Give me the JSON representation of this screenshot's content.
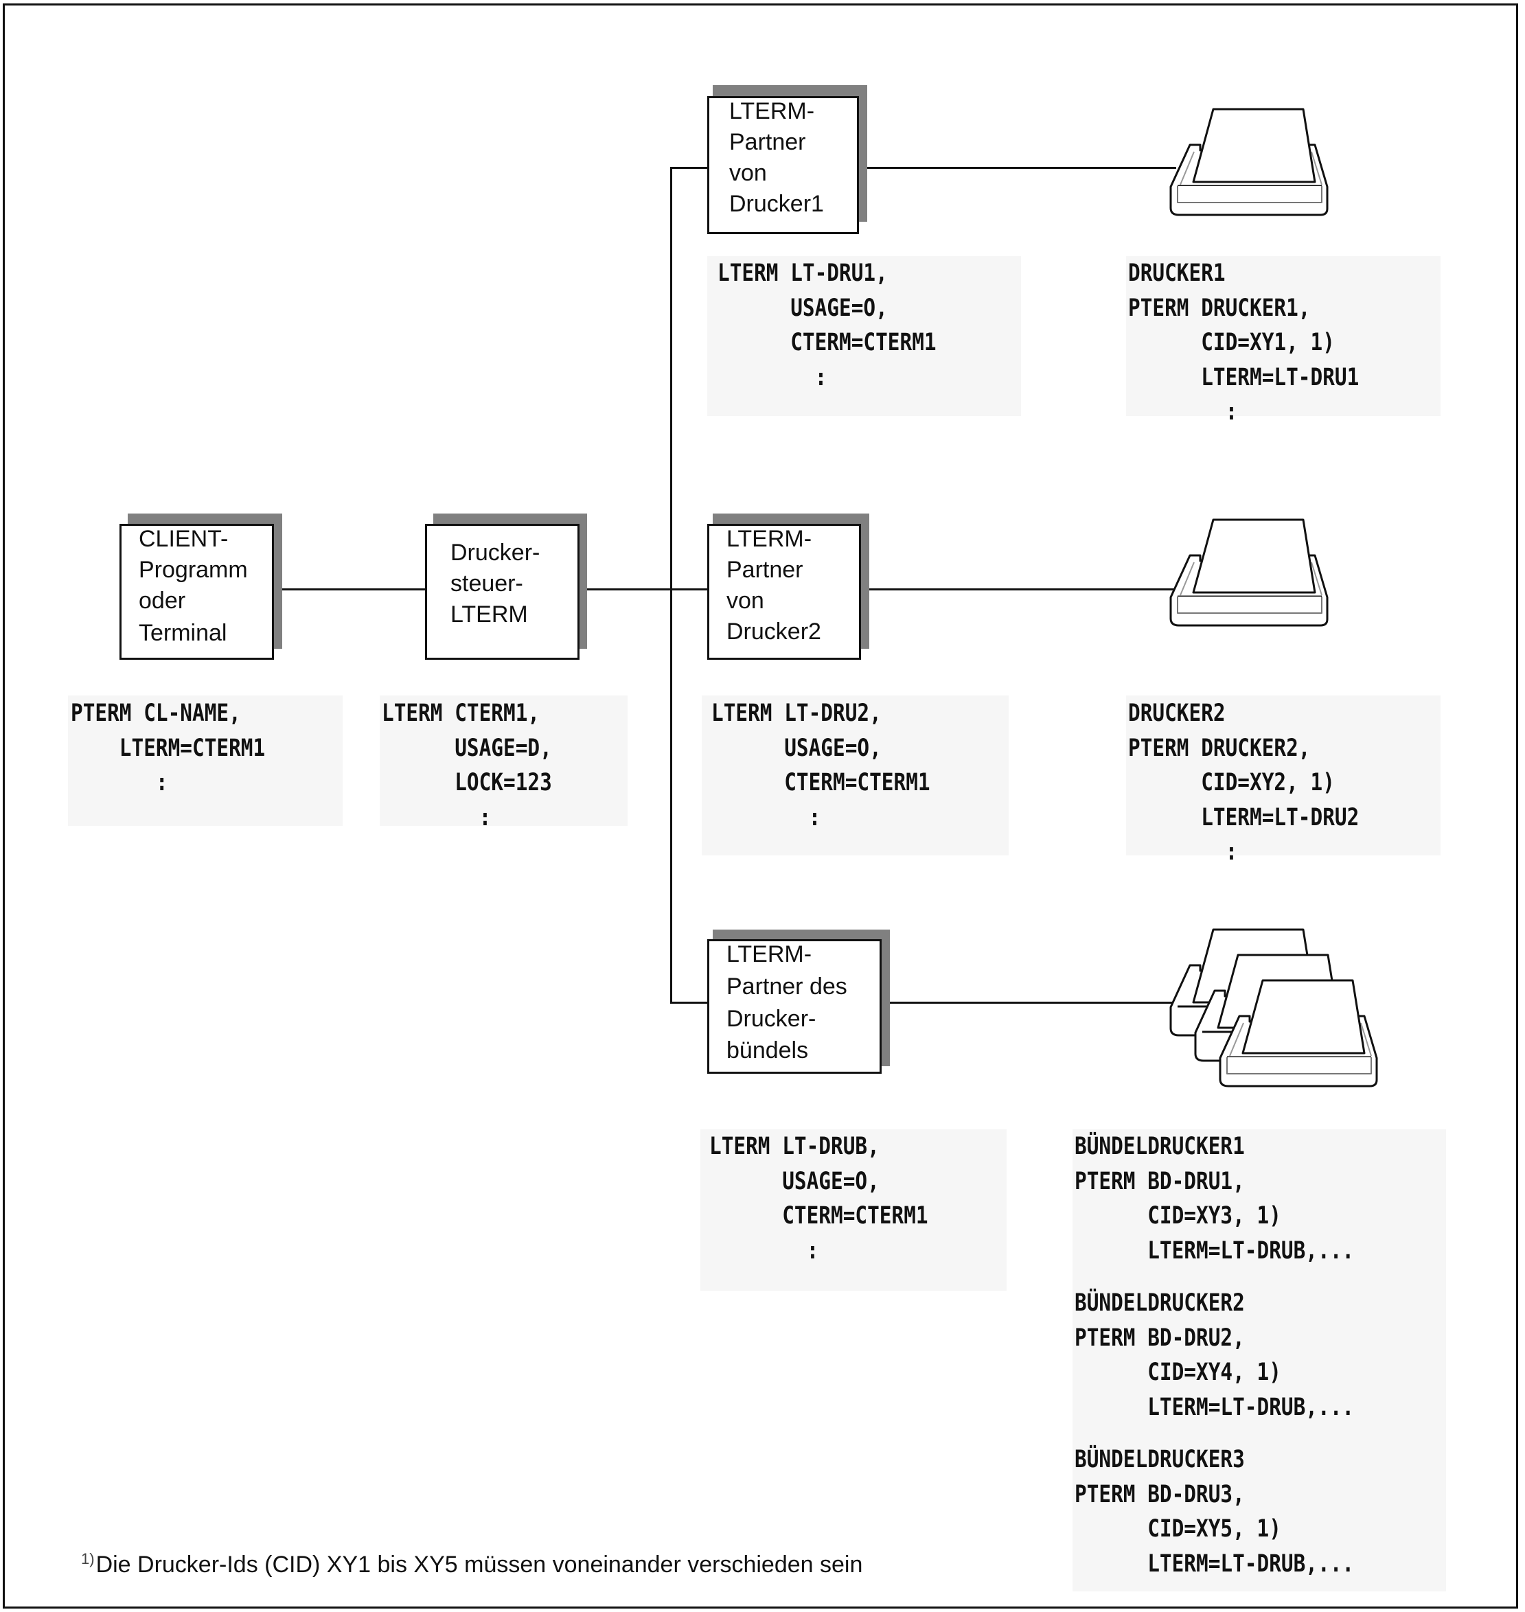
{
  "nodes": {
    "client": {
      "lines": [
        "CLIENT-",
        "Programm",
        "oder",
        "Terminal"
      ]
    },
    "steuer": {
      "lines": [
        "Drucker-",
        "steuer-",
        "LTERM"
      ]
    },
    "partner1": {
      "lines": [
        "LTERM-",
        "Partner",
        "von",
        "Drucker1"
      ]
    },
    "partner2": {
      "lines": [
        "LTERM-",
        "Partner",
        "von",
        "Drucker2"
      ]
    },
    "bundle": {
      "lines": [
        "LTERM-",
        "Partner des",
        "Drucker-",
        "bündels"
      ]
    }
  },
  "code": {
    "client": [
      "PTERM CL-NAME,",
      "    LTERM=CTERM1",
      "       :"
    ],
    "steuer": [
      "LTERM CTERM1,",
      "      USAGE=D,",
      "      LOCK=123",
      "        :"
    ],
    "partner1": [
      "LTERM LT-DRU1,",
      "      USAGE=O,",
      "      CTERM=CTERM1",
      "        :"
    ],
    "drucker1": [
      "DRUCKER1",
      "PTERM DRUCKER1,",
      "      CID=XY1, 1)",
      "      LTERM=LT-DRU1",
      "        :"
    ],
    "partner2": [
      "LTERM LT-DRU2,",
      "      USAGE=O,",
      "      CTERM=CTERM1",
      "        :"
    ],
    "drucker2": [
      "DRUCKER2",
      "PTERM DRUCKER2,",
      "      CID=XY2, 1)",
      "      LTERM=LT-DRU2",
      "        :"
    ],
    "bundle": [
      "LTERM LT-DRUB,",
      "      USAGE=O,",
      "      CTERM=CTERM1",
      "        :"
    ],
    "bundle_printers": [
      [
        "BÜNDELDRUCKER1",
        "PTERM BD-DRU1,",
        "      CID=XY3, 1)",
        "      LTERM=LT-DRUB,..."
      ],
      [
        "BÜNDELDRUCKER2",
        "PTERM BD-DRU2,",
        "      CID=XY4, 1)",
        "      LTERM=LT-DRUB,..."
      ],
      [
        "BÜNDELDRUCKER3",
        "PTERM BD-DRU3,",
        "      CID=XY5, 1)",
        "      LTERM=LT-DRUB,..."
      ]
    ]
  },
  "icons": {
    "printer1": "printer-icon",
    "printer2": "printer-icon",
    "printer_bundle": "printer-stack-icon"
  },
  "footnote": {
    "marker": "1)",
    "text": "Die Drucker-Ids (CID) XY1 bis XY5 müssen voneinander verschieden sein"
  }
}
